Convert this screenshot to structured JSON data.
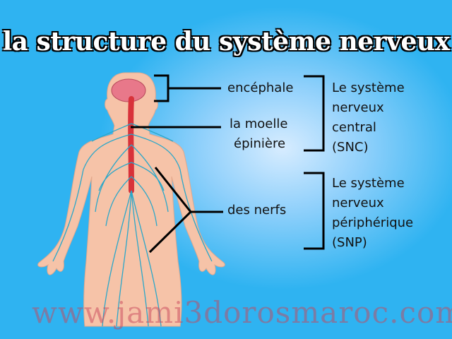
{
  "title": "la structure du système nerveux",
  "labels": {
    "brain": "encéphale",
    "spinal_cord_1": "la moelle",
    "spinal_cord_2": "épinière",
    "nerves": "des nerfs"
  },
  "groups": {
    "snc": [
      "Le système",
      "nerveux",
      "central",
      "(SNC)"
    ],
    "snp": [
      "Le système",
      "nerveux",
      "périphérique",
      "(SNP)"
    ]
  },
  "watermark": "www.jami3dorosmaroc.com",
  "colors": {
    "background": "#2fb3f1",
    "skin": "#f6c3a8",
    "nerve": "#2aa7c9",
    "spinal_cord": "#d8323a",
    "brain": "#e8788a"
  }
}
